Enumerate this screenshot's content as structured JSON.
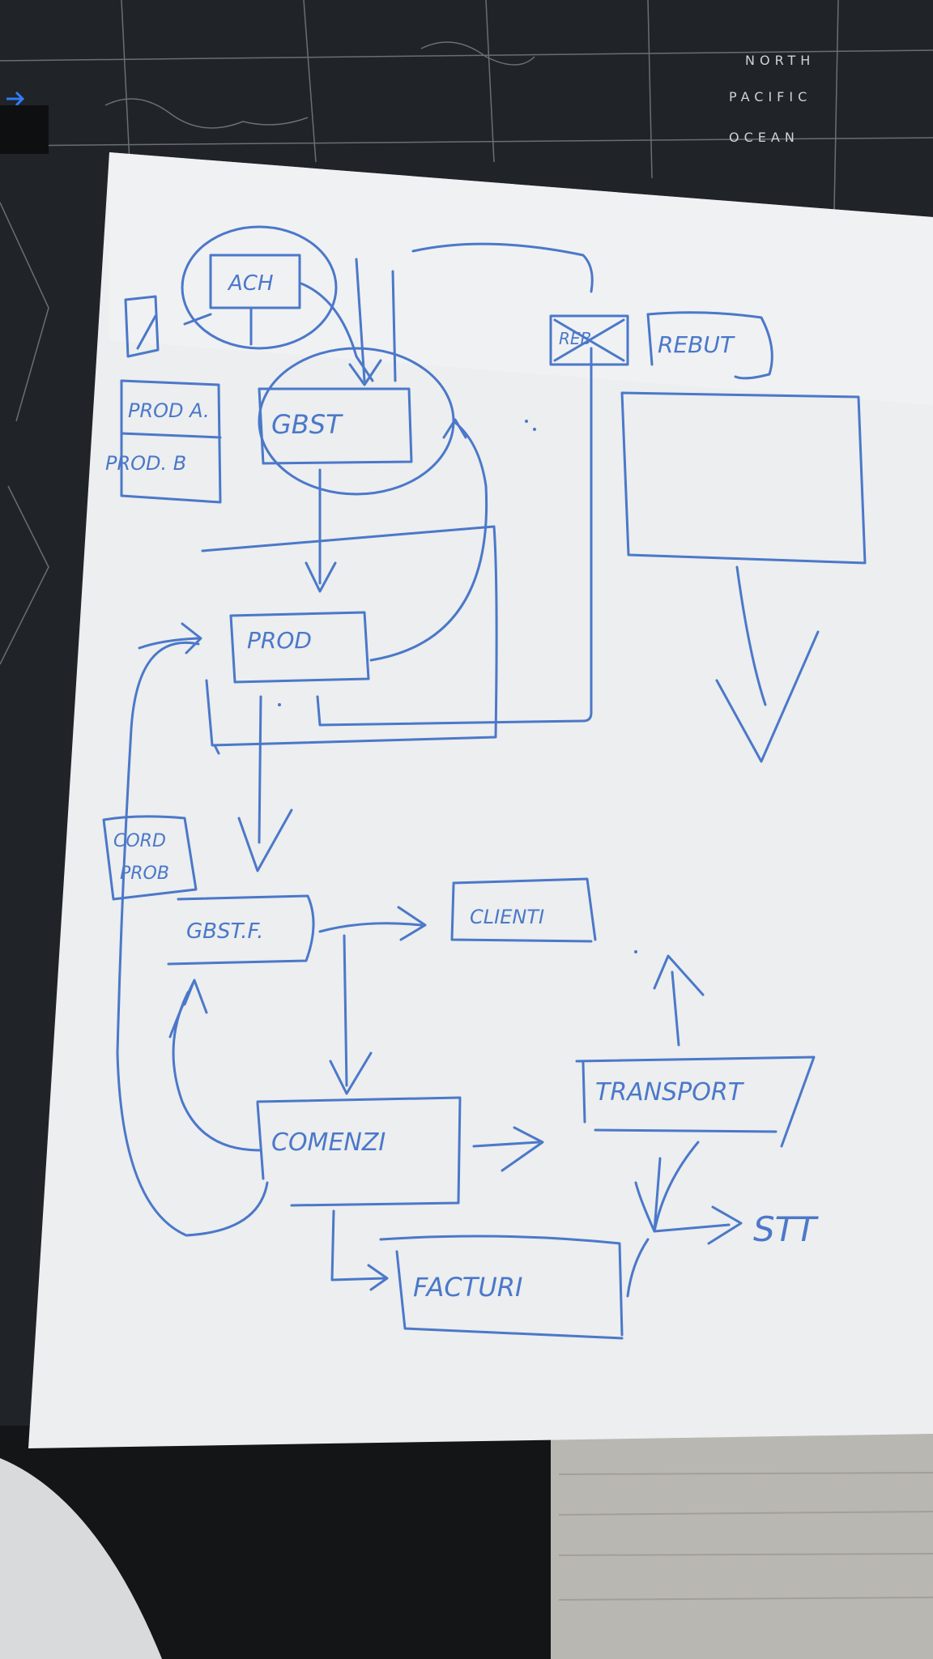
{
  "map": {
    "labels": [
      "NORTH",
      "PACIFIC",
      "OCEAN"
    ]
  },
  "diagram": {
    "nodes": {
      "ach": "ACH",
      "reb_struck": "REB",
      "rebut": "REBUT",
      "prod_a": "PROD A.",
      "prod_b": "PROD. B",
      "gbst": "GBST",
      "prod": "PROD",
      "cord": "CORD",
      "prob": "PROB",
      "gbst_f": "GBST.F.",
      "clienti": "CLIENTI",
      "comenzi": "COMENZI",
      "transport": "TRANSPORT",
      "facturi": "FACTURI",
      "stt": "STT"
    }
  },
  "colors": {
    "ink": "#4b78c9",
    "paper": "#eef0f2",
    "desk": "#1b1d20"
  }
}
